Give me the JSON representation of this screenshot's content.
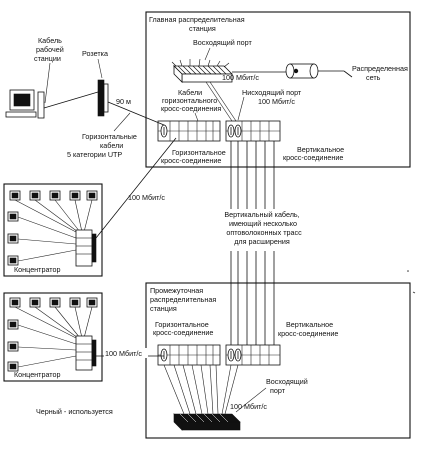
{
  "main_station": {
    "title_line1": "Главная распределительная",
    "title_line2": "станция",
    "uplink_port": "Восходящий порт",
    "uplink_speed": "100 Мбит/с",
    "downlink_port": "Нисходящий порт",
    "downlink_speed": "100 Мбит/с",
    "horiz_cables_l1": "Кабели",
    "horiz_cables_l2": "горизонтального",
    "horiz_cables_l3": "кросс-соединения",
    "horiz_cross_l1": "Горизонтальное",
    "horiz_cross_l2": "кросс-соединение",
    "vert_cross_l1": "Вертикальное",
    "vert_cross_l2": "кросс-соединение"
  },
  "distributed_net_l1": "Распределенная",
  "distributed_net_l2": "сеть",
  "workstation_cable_l1": "Кабель",
  "workstation_cable_l2": "рабочей",
  "workstation_cable_l3": "станции",
  "outlet": "Розетка",
  "distance": "90 м",
  "horiz_cables_utp_l1": "Горизонтальные",
  "horiz_cables_utp_l2": "кабели",
  "horiz_cables_utp_l3": "5 категории UTP",
  "hub_link_speed": "100 Мбит/с",
  "hub_label_1": "Концентратор",
  "hub_label_2": "Концентратор",
  "vertical_cable_l1": "Вертикальный кабель,",
  "vertical_cable_l2": "имеющий несколько",
  "vertical_cable_l3": "оптоволоконных трасс",
  "vertical_cable_l4": "для расширения",
  "intermediate_station": {
    "title_line1": "Промежуточная",
    "title_line2": "распределительная",
    "title_line3": "станция",
    "horiz_cross_l1": "Горизонтальное",
    "horiz_cross_l2": "кросс-соединение",
    "vert_cross_l1": "Вертикальное",
    "vert_cross_l2": "кросс-соединение",
    "link_speed": "100 Мбит/с",
    "uplink_l1": "Восходящий",
    "uplink_l2": "порт",
    "uplink_speed": "100 Мбит/с"
  },
  "legend": "Черный - используется"
}
